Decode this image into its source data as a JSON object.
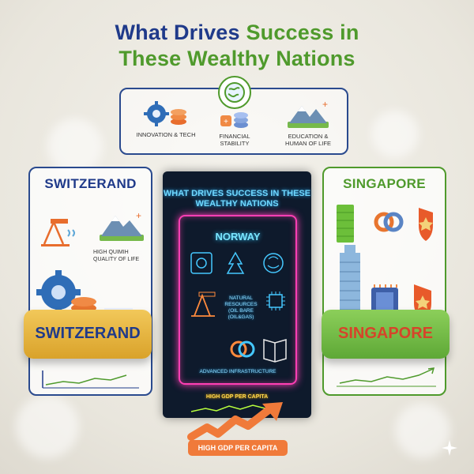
{
  "title": {
    "line1_a": "What Drives ",
    "line1_b": "Success in",
    "line2": "These Wealthy Nations"
  },
  "top_box": {
    "items": [
      {
        "label": "INNOVATION & TECH",
        "icon": "gear-coins-icon"
      },
      {
        "label": "FINANCIAL STABILITY",
        "icon": "coins-icon"
      },
      {
        "label": "EDUCATION & HUMAN OF LIFE",
        "icon": "mountain-icon"
      }
    ],
    "globe_icon": "globe-icon"
  },
  "switzerland": {
    "card_title": "SWITZERAND",
    "quality_label": "HIGH QUIMIH QUALITY OF LIFE",
    "platform_label": "SWITZERAND",
    "color": "#1f3a8a"
  },
  "norway": {
    "header": "WHAT DRIVES SUCCESS IN THESE WEALTHY NATIONS",
    "name": "NORWAY",
    "resources_label": "NATURAL RESOURCES (OIL BARE (OIL&GAS)",
    "infra_label": "ADVANCED INFRASTRUCTURE",
    "gdp_label": "HIGH GDP PER CAPITA"
  },
  "singapore": {
    "card_title": "SINGAPORE",
    "platform_label": "SINGAPORE",
    "color": "#4f9a2c"
  },
  "bottom_tag": "HIGH GDP PER CAPITA",
  "colors": {
    "navy": "#1f3a8a",
    "green": "#4f9a2c",
    "neon_blue": "#6fd8ff",
    "neon_pink": "#ff3fb4",
    "orange": "#f07a3a"
  }
}
